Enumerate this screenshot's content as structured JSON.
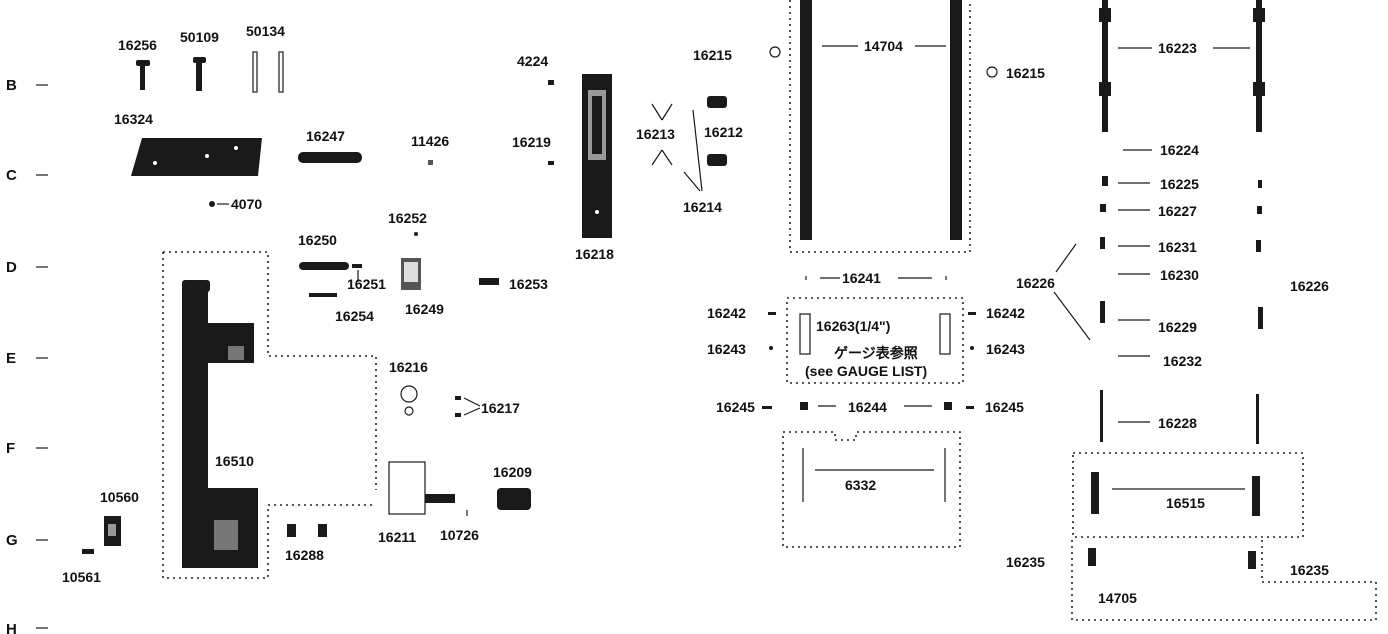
{
  "rows": [
    "B",
    "C",
    "D",
    "E",
    "F",
    "G",
    "H"
  ],
  "parts": {
    "p16256": "16256",
    "p50109": "50109",
    "p50134": "50134",
    "p16324": "16324",
    "p4070": "4070",
    "p16247": "16247",
    "p11426": "11426",
    "p16252": "16252",
    "p16250": "16250",
    "p16251": "16251",
    "p16254": "16254",
    "p16249": "16249",
    "p16253": "16253",
    "p16510": "16510",
    "p16216": "16216",
    "p16217": "16217",
    "p10560": "10560",
    "p10561": "10561",
    "p16288": "16288",
    "p16211": "16211",
    "p10726": "10726",
    "p16209": "16209",
    "p4224": "4224",
    "p16219": "16219",
    "p16218": "16218",
    "p16215a": "16215",
    "p16215b": "16215",
    "p16213": "16213",
    "p16212": "16212",
    "p16214": "16214",
    "p14704": "14704",
    "p16241": "16241",
    "p16242a": "16242",
    "p16242b": "16242",
    "p16243a": "16243",
    "p16243b": "16243",
    "p16263": "16263(1/4\")",
    "gauge_jp": "ゲージ表参照",
    "gauge_en": "(see GAUGE LIST)",
    "p16245a": "16245",
    "p16244": "16244",
    "p16245b": "16245",
    "p6332": "6332",
    "p16223": "16223",
    "p16224": "16224",
    "p16225": "16225",
    "p16227": "16227",
    "p16231": "16231",
    "p16230": "16230",
    "p16226a": "16226",
    "p16226b": "16226",
    "p16229": "16229",
    "p16232": "16232",
    "p16228": "16228",
    "p16515": "16515",
    "p16235a": "16235",
    "p16235b": "16235",
    "p14705": "14705"
  }
}
